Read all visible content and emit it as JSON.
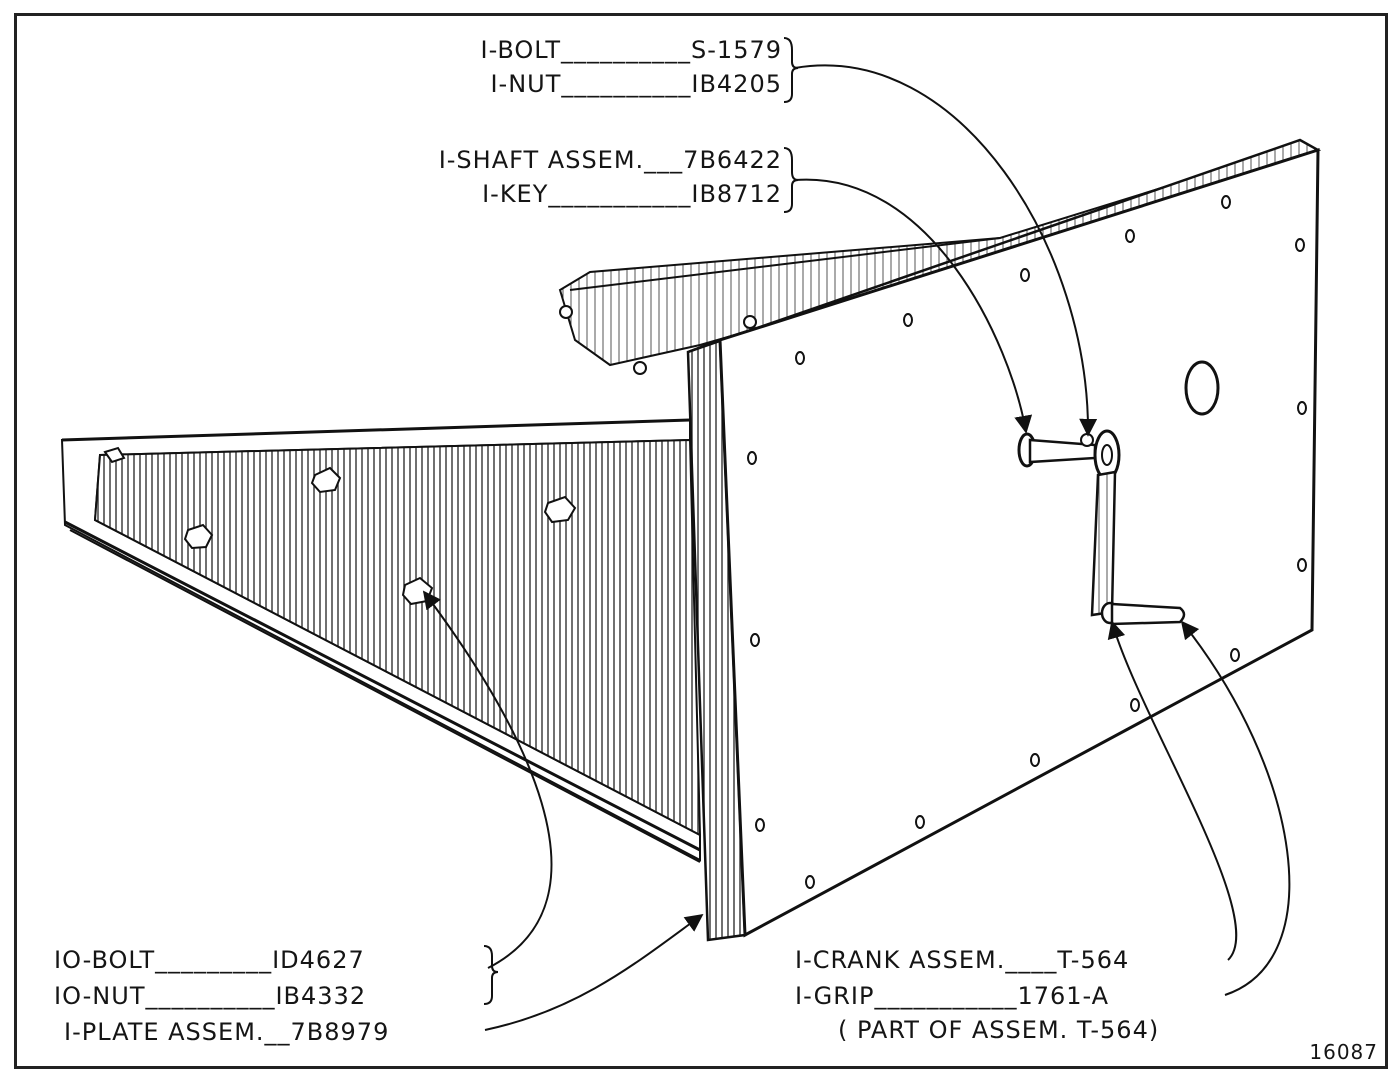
{
  "top_callouts": [
    {
      "line": "I-BOLT__________S-1579"
    },
    {
      "line": "I-NUT__________IB4205"
    },
    {
      "line": "I-SHAFT ASSEM.___7B6422"
    },
    {
      "line": "I-KEY___________IB8712"
    }
  ],
  "bottom_left_callouts": [
    {
      "line": "IO-BOLT_________ID4627"
    },
    {
      "line": "IO-NUT__________IB4332"
    },
    {
      "line": "I-PLATE ASSEM.__7B8979"
    }
  ],
  "bottom_right_callouts": [
    {
      "line": "I-CRANK ASSEM.____T-564"
    },
    {
      "line": "I-GRIP___________1761-A"
    },
    {
      "line": "( PART OF ASSEM. T-564)"
    }
  ],
  "figure_number": "16087"
}
